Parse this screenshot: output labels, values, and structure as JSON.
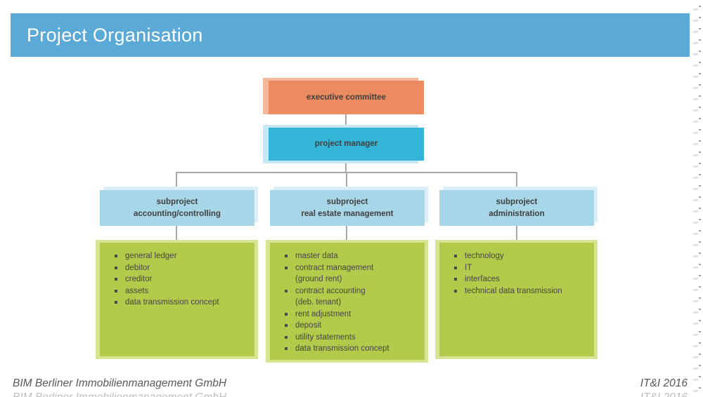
{
  "slide": {
    "title": "Project Organisation"
  },
  "org": {
    "executive": {
      "label": "executive committee"
    },
    "manager": {
      "label": "project manager"
    },
    "subprojects": [
      {
        "title": "subproject\naccounting/controlling",
        "items": [
          "general ledger",
          "debitor",
          "creditor",
          "assets",
          "data transmission concept"
        ]
      },
      {
        "title": "subproject\nreal estate management",
        "items": [
          "master data",
          "contract management\n(ground rent)",
          "contract accounting\n(deb. tenant)",
          "rent adjustment",
          "deposit",
          "utility statements",
          "data transmission concept"
        ]
      },
      {
        "title": "subproject\nadministration",
        "items": [
          "technology",
          "IT",
          "interfaces",
          "technical data transmission"
        ]
      }
    ]
  },
  "footer": {
    "company": "BIM Berliner Immobilienmanagement GmbH",
    "edition": "IT&I 2016"
  },
  "colors": {
    "header_bar": "#5AA9D6",
    "executive_box": "#EB8B5F",
    "executive_shadow": "#F3B79A",
    "manager_box": "#33B5D8",
    "manager_shadow": "#C9E6F4",
    "subproject_box": "#A8D6E9",
    "subproject_shadow": "#DCEEF7",
    "task_box": "#B2CB4B",
    "task_shadow": "#D6E494",
    "connector": "#A8A8A8",
    "text_dark": "#3F3F3F",
    "footer_text": "#595959"
  }
}
